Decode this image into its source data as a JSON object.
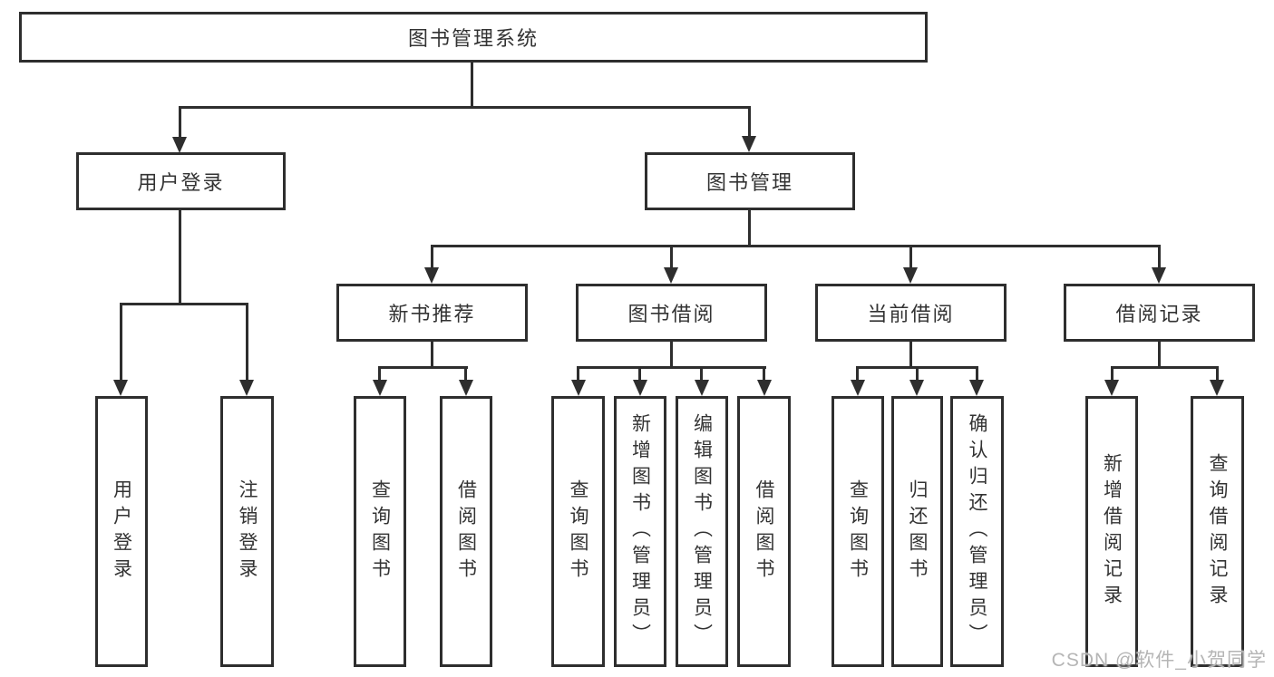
{
  "diagram": {
    "title": "图书管理系统",
    "tree": {
      "root": "图书管理系统",
      "children": [
        {
          "label": "用户登录",
          "children": [
            "用户登录",
            "注销登录"
          ]
        },
        {
          "label": "图书管理",
          "children": [
            {
              "label": "新书推荐",
              "children": [
                "查询图书",
                "借阅图书"
              ]
            },
            {
              "label": "图书借阅",
              "children": [
                "查询图书",
                "新增图书（管理员）",
                "编辑图书（管理员）",
                "借阅图书"
              ]
            },
            {
              "label": "当前借阅",
              "children": [
                "查询图书",
                "归还图书",
                "确认归还（管理员）"
              ]
            },
            {
              "label": "借阅记录",
              "children": [
                "新增借阅记录",
                "查询借阅记录"
              ]
            }
          ]
        }
      ]
    },
    "colors": {
      "line": "#2e2e2e",
      "box_border": "#2e2e2e",
      "text": "#333333",
      "background": "#ffffff",
      "watermark": "#b5b5b5"
    }
  },
  "watermark": {
    "text": "CSDN @软件_小贺同学"
  }
}
